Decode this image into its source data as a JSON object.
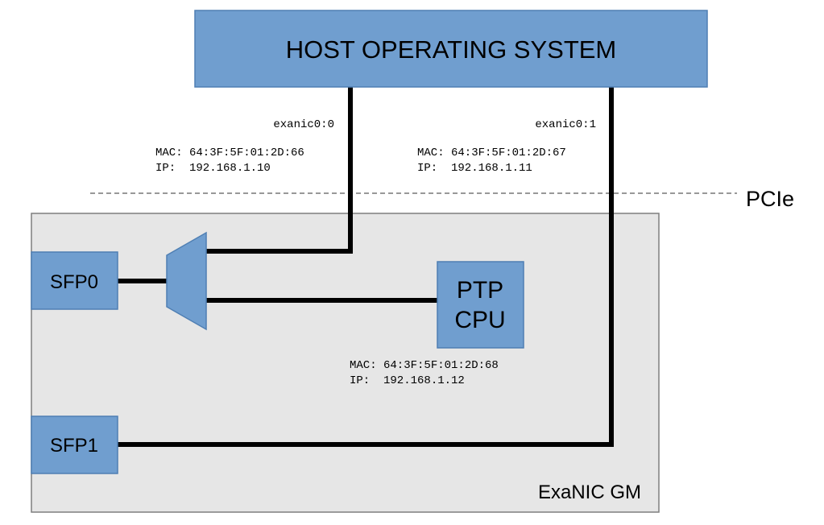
{
  "host": {
    "label": "HOST OPERATING SYSTEM"
  },
  "bus": {
    "label": "PCIe"
  },
  "card": {
    "label": "ExaNIC GM"
  },
  "ports": {
    "sfp0": {
      "label": "SFP0"
    },
    "sfp1": {
      "label": "SFP1"
    }
  },
  "ptp_cpu": {
    "line1": "PTP",
    "line2": "CPU",
    "mac": "MAC: 64:3F:5F:01:2D:68",
    "ip": "IP:  192.168.1.12"
  },
  "interfaces": [
    {
      "name": "exanic0:0",
      "mac": "MAC: 64:3F:5F:01:2D:66",
      "ip": "IP:  192.168.1.10"
    },
    {
      "name": "exanic0:1",
      "mac": "MAC: 64:3F:5F:01:2D:67",
      "ip": "IP:  192.168.1.11"
    }
  ],
  "colors": {
    "box_fill": "#709ECF",
    "box_stroke": "#4F7FB3",
    "card_fill": "#E6E6E6",
    "card_stroke": "#7F7F7F",
    "wire": "#000000"
  }
}
